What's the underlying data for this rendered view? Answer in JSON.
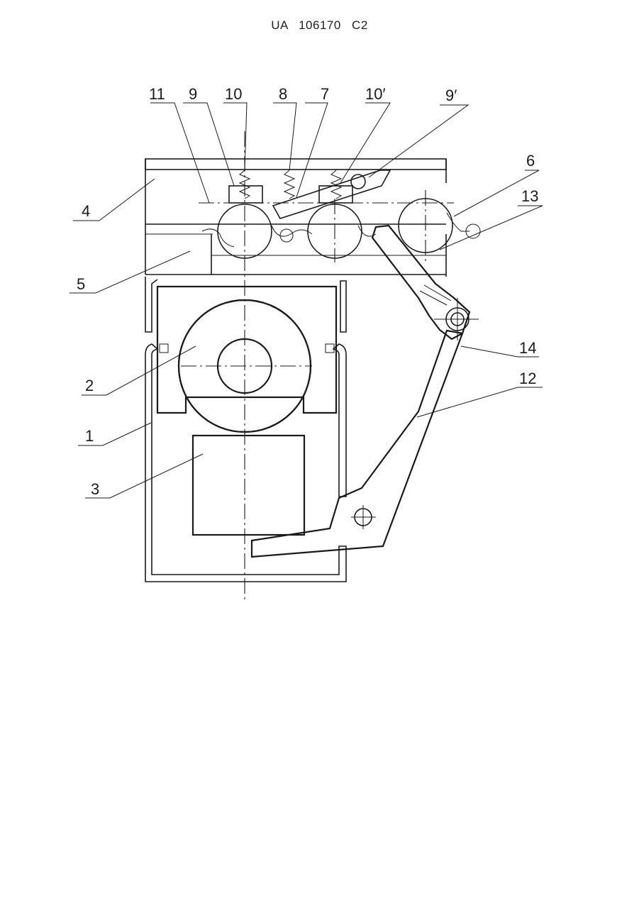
{
  "header": {
    "doc_number": "UA 106170 C2"
  },
  "figure": {
    "labels": {
      "l1": "1",
      "l2": "2",
      "l3": "3",
      "l4": "4",
      "l5": "5",
      "l6": "6",
      "l7": "7",
      "l8": "8",
      "l9": "9",
      "l9p": "9′",
      "l10": "10",
      "l10p": "10′",
      "l11": "11",
      "l12": "12",
      "l13": "13",
      "l14": "14"
    }
  }
}
